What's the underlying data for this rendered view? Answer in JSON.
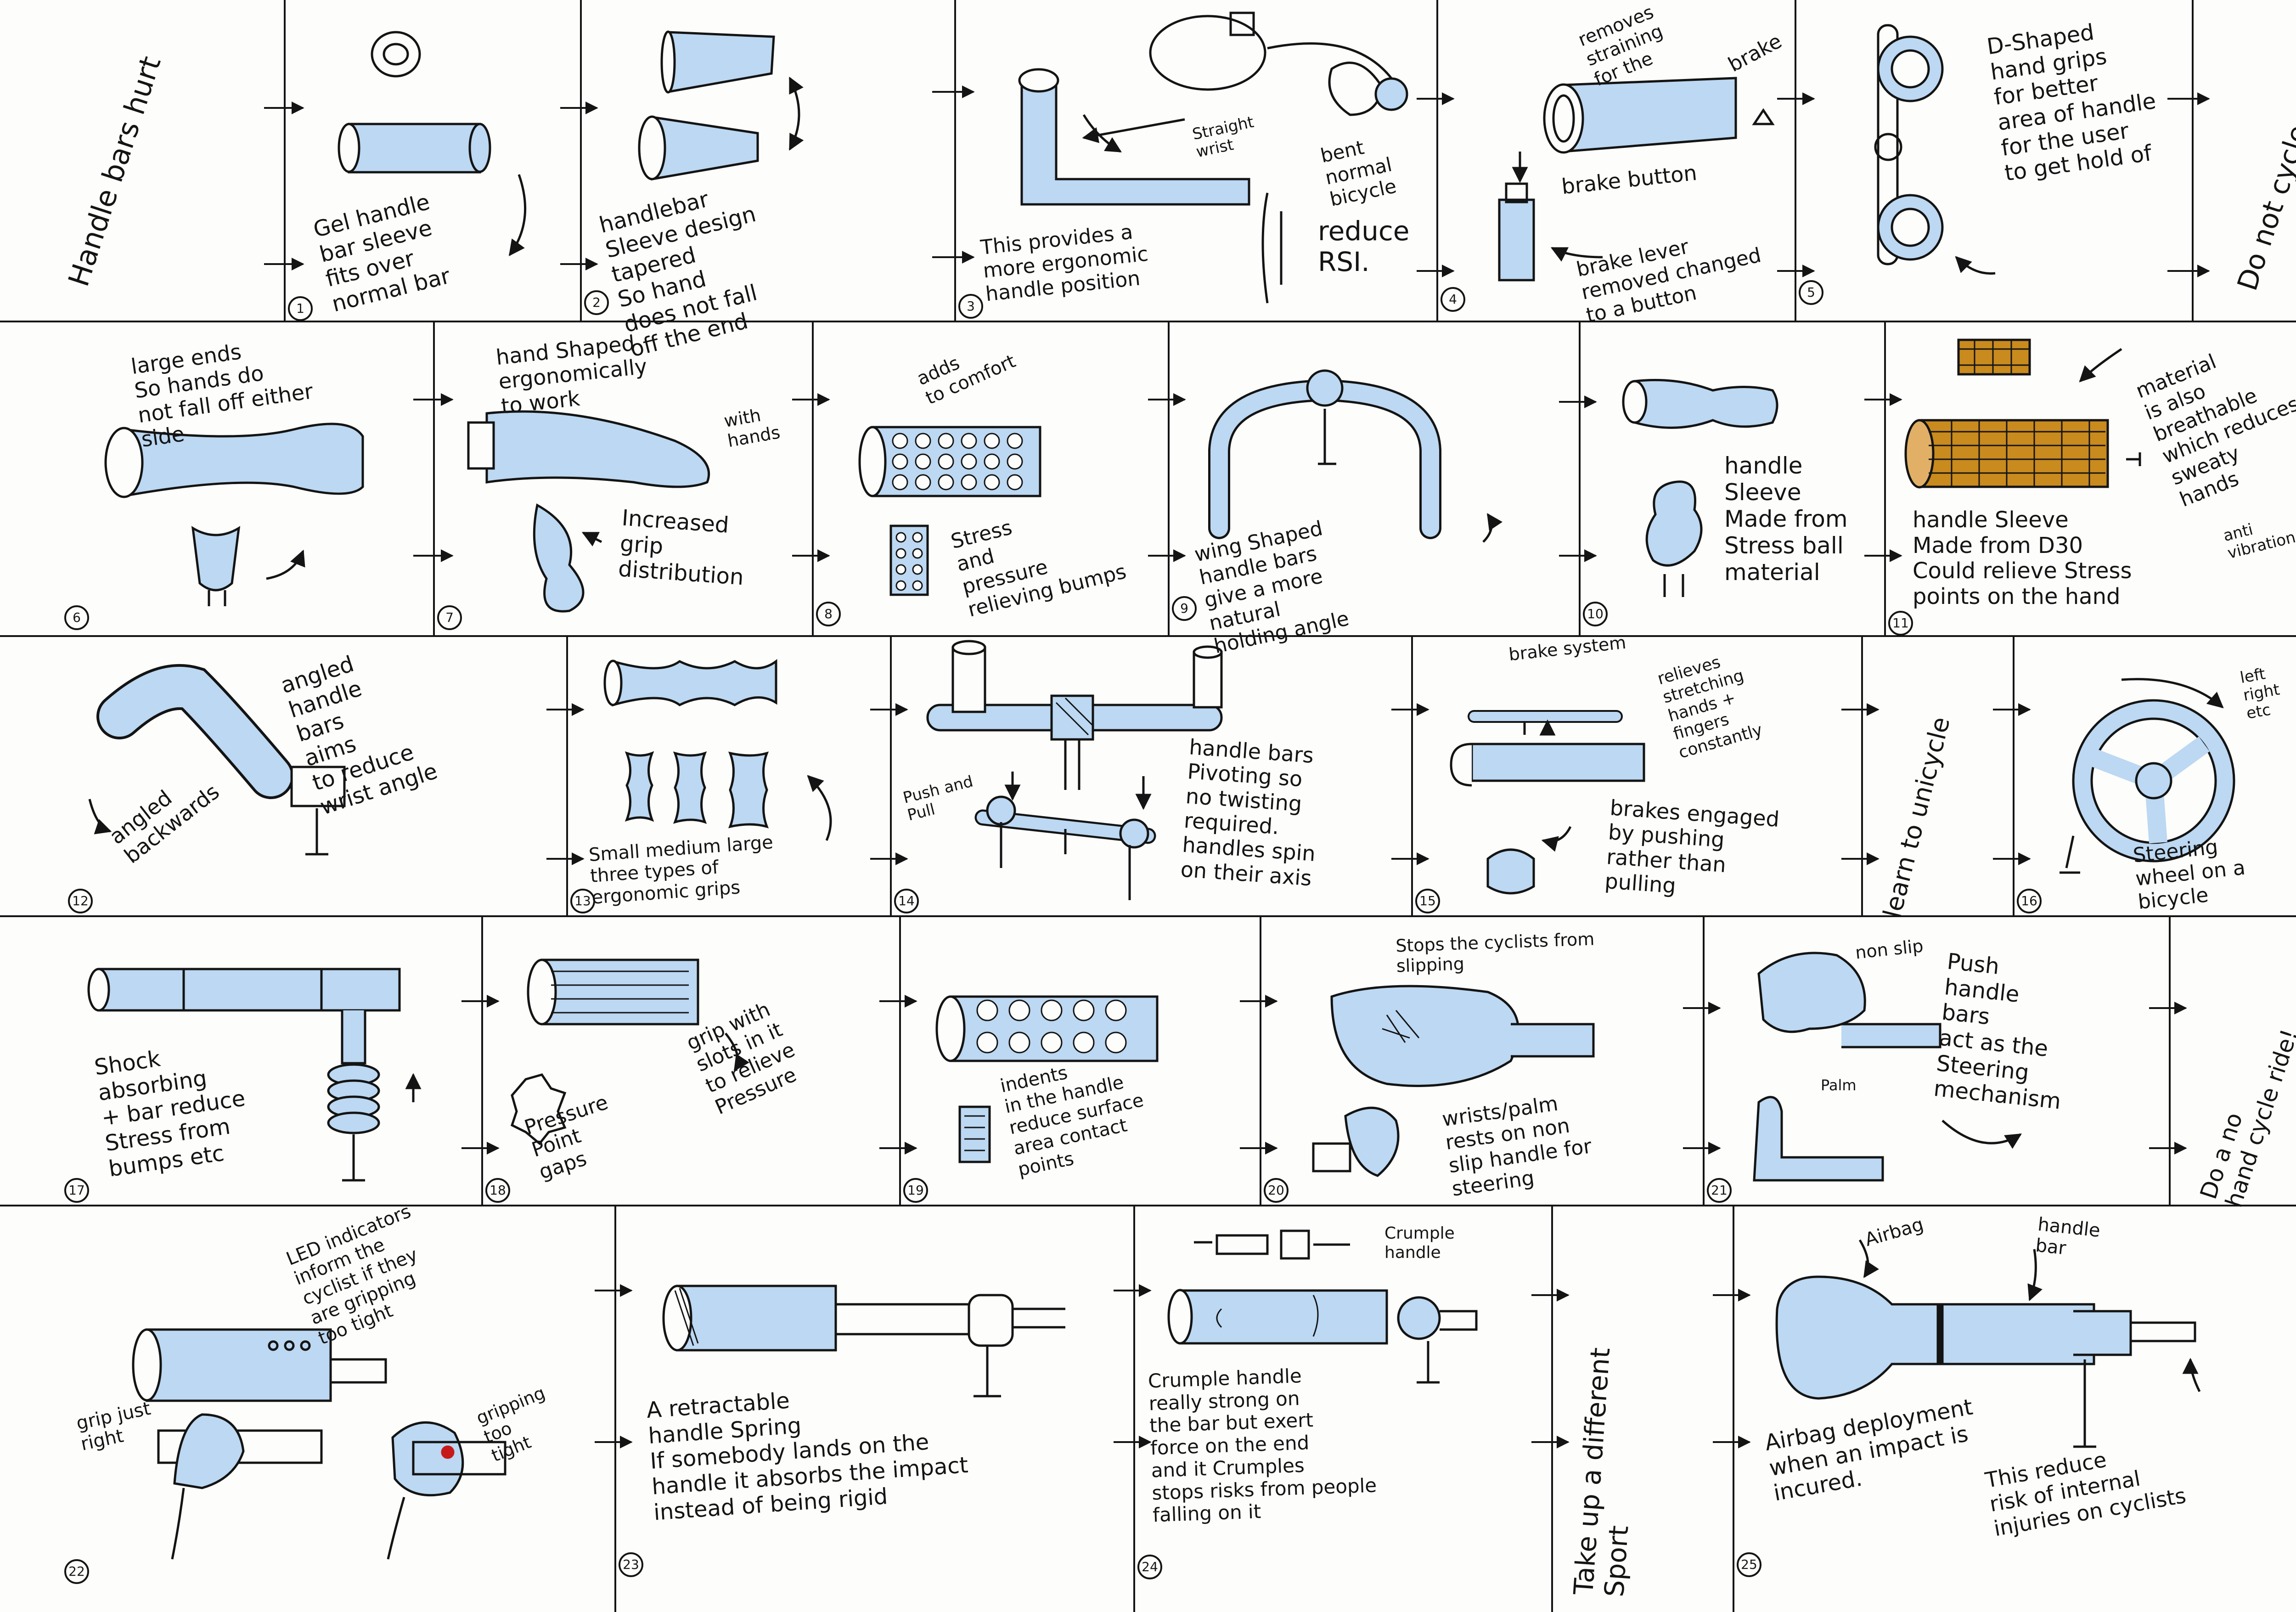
{
  "row1": {
    "title": "Handle bars hurt",
    "p1": "Gel handle\nbar sleeve\nfits over\nnormal bar",
    "p2": "handlebar\nSleeve design\ntapered\nSo hand\ndoes not fall\noff the end",
    "p3a": "Straight\nwrist",
    "p3b": "bent\nnormal\nbicycle",
    "p3c": "This provides a\nmore ergonomic\nhandle position",
    "p3d": "reduce\nRSI.",
    "p4a": "removes\nstraining\nfor the",
    "p4b": "brake",
    "p4c": "brake button",
    "p4d": "brake lever\nremoved changed\nto a button",
    "p5": "D-Shaped\nhand grips\nfor better\narea of handle\nfor the user\nto get hold of",
    "side": "Do not cycle"
  },
  "row2": {
    "p6": "large ends\nSo hands do\nnot fall off either\nside",
    "p7a": "hand Shaped\nergonomically\nto work",
    "p7b": "with\nhands",
    "p7c": "Increased\ngrip\ndistribution",
    "p8a": "adds\nto comfort",
    "p8b": "Stress\nand\npressure\nrelieving bumps",
    "p9": "wing Shaped\nhandle bars\ngive a more\nnatural\nholding angle",
    "p10": "handle\nSleeve\nMade from\nStress ball\nmaterial",
    "p11a": "material\nis also\nbreathable\nwhich reduces\nsweaty\nhands",
    "p11b": "anti\nvibration",
    "p11c": "handle Sleeve\nMade from D30\nCould relieve Stress\npoints on the hand"
  },
  "row3": {
    "p12a": "angled\nhandle\nbars\naims\nto reduce\nwrist angle",
    "p12b": "angled\nbackwards",
    "p13": "Small medium large\nthree types of\nergonomic grips",
    "p14a": "Push and\nPull",
    "p14b": "handle bars\nPivoting so\nno twisting\nrequired.\nhandles spin\non their axis",
    "p15a": "brake system",
    "p15b": "relieves\nstretching\nhands +\nfingers\nconstantly",
    "p15c": "brakes engaged\nby pushing\nrather than\npulling",
    "side": "learn to unicycle",
    "p16a": "left\nright\netc",
    "p16b": "Steering\nwheel on a\nbicycle"
  },
  "row4": {
    "p17": "Shock\nabsorbing\n+ bar reduce\nStress from\nbumps etc",
    "p18a": "grip with\nslots in it\nto relieve\nPressure",
    "p18b": "Pressure\nPoint\ngaps",
    "p19": "indents\nin the handle\nreduce surface\narea contact\npoints",
    "p20a": "Stops the cyclists from\nslipping",
    "p20b": "wrists/palm\nrests on non\nslip handle for\nsteering",
    "p21a": "non slip",
    "p21b": "Palm",
    "p21c": "Push\nhandle\nbars\nact as the\nSteering\nmechanism",
    "side": "Do a no\nhand cycle ride!"
  },
  "row5": {
    "p22a": "LED indicators\ninform the\ncyclist if they\nare gripping\ntoo tight",
    "p22b": "grip just\nright",
    "p22c": "gripping\ntoo\ntight",
    "p23": "A retractable\nhandle Spring\nIf somebody lands on the\nhandle it absorbs the impact\ninstead of being rigid",
    "p24a": "Crumple\nhandle",
    "p24b": "Crumple handle\nreally strong on\nthe bar but exert\nforce on the end\nand it Crumples\nstops risks from people\nfalling on it",
    "side": "Take up a different\nSport",
    "p25a": "Airbag",
    "p25b": "handle\nbar",
    "p25c": "Airbag deployment\nwhen an impact is\nincured.",
    "p25d": "This reduce\nrisk of internal\ninjuries on cyclists"
  },
  "numbers": [
    "1",
    "2",
    "3",
    "4",
    "5",
    "6",
    "7",
    "8",
    "9",
    "10",
    "11",
    "12",
    "13",
    "14",
    "15",
    "16",
    "17",
    "18",
    "19",
    "20",
    "21",
    "22",
    "23",
    "24",
    "25"
  ],
  "colors": {
    "ink": "#141414",
    "marker_blue": "#bcd8f2",
    "marker_orange": "#c98a1e",
    "led_red": "#c61a1a",
    "paper": "#fdfdfb"
  }
}
